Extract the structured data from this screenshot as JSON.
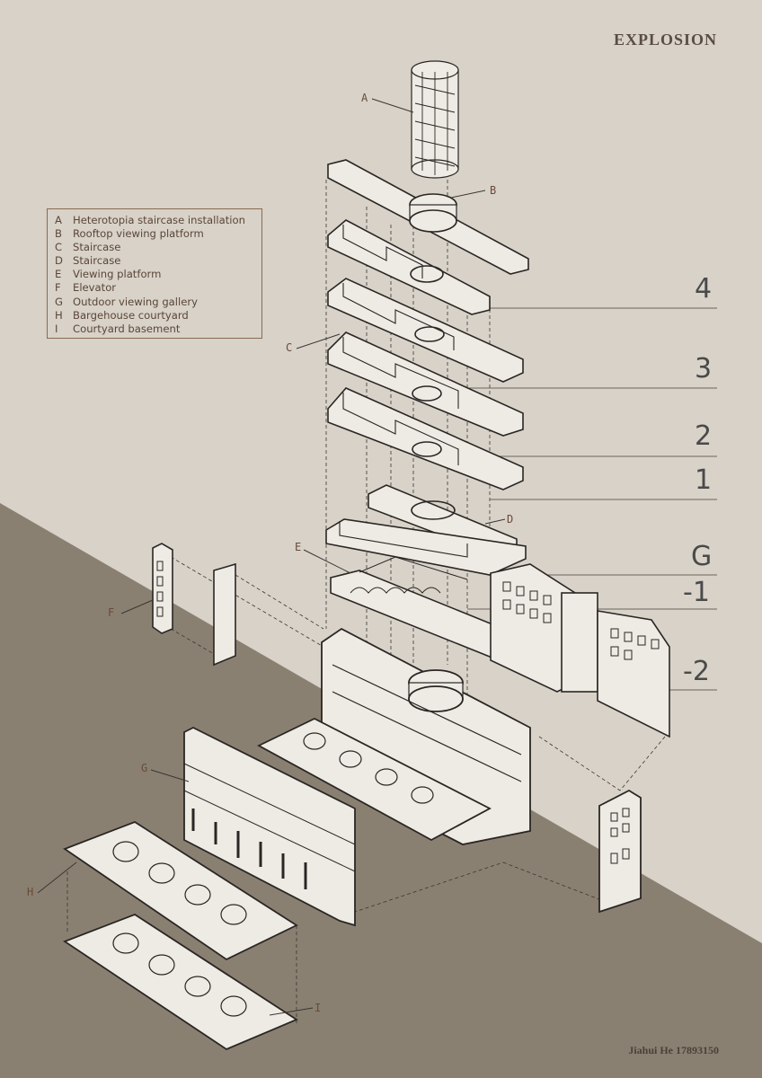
{
  "title": "EXPLOSION",
  "legend": [
    {
      "key": "A",
      "text": "Heterotopia staircase installation"
    },
    {
      "key": "B",
      "text": "Rooftop viewing platform"
    },
    {
      "key": "C",
      "text": "Staircase"
    },
    {
      "key": "D",
      "text": "Staircase"
    },
    {
      "key": "E",
      "text": "Viewing platform"
    },
    {
      "key": "F",
      "text": "Elevator"
    },
    {
      "key": "G",
      "text": "Outdoor viewing gallery"
    },
    {
      "key": "H",
      "text": "Bargehouse courtyard"
    },
    {
      "key": "I",
      "text": "Courtyard basement"
    }
  ],
  "floors": [
    "4",
    "3",
    "2",
    "1",
    "G",
    "-1",
    "-2"
  ],
  "callouts": [
    "A",
    "B",
    "C",
    "D",
    "E",
    "F",
    "G",
    "H",
    "I"
  ],
  "credit": "Jiahui He 17893150",
  "colors": {
    "background_light": "#d8d2c8",
    "background_dark": "#8a8072",
    "plane_fill": "#eeebe4",
    "ink": "#2a2624",
    "legend_text": "#5b4638",
    "floor_text": "#4a4a4a"
  }
}
